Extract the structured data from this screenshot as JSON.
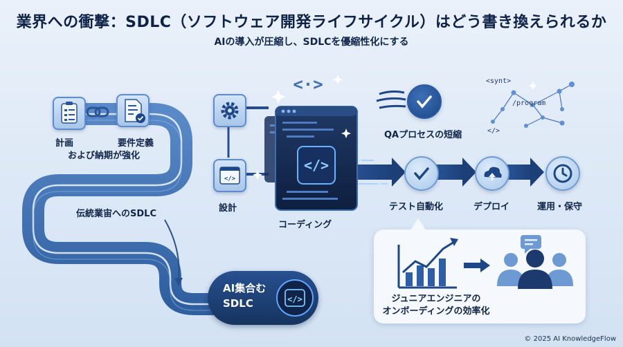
{
  "title": "業界への衝撃：SDLC（ソフトウェア開発ライフサイクル）はどう書き換えられるか",
  "subtitle": "AIの導入が圧縮し、SDLCを優縮性化にする",
  "left_flow": {
    "planning": "計画",
    "requirements": "要件定義",
    "caption": "および納期が強化",
    "traditional": "伝統業宙へのSDLC",
    "ai_sdlc_line1": "AI集合む",
    "ai_sdlc_line2": "SDLC"
  },
  "center": {
    "design": "設計",
    "coding": "コーディング"
  },
  "right_flow": {
    "qa": "QAプロセスの短縮",
    "test": "テスト自動化",
    "deploy": "デプロイ",
    "ops": "運用・保守"
  },
  "network": {
    "tag1": "<synt>",
    "tag2": "/program",
    "tag3": "</>"
  },
  "onboarding": {
    "line1": "ジュニアエンジニアの",
    "line2": "オンボーディングの効率化"
  },
  "footer": "© 2025 AI KnowledgeFlow",
  "colors": {
    "primary": "#1d4786",
    "accent": "#5fa8ff",
    "background": "#dce8f6"
  }
}
